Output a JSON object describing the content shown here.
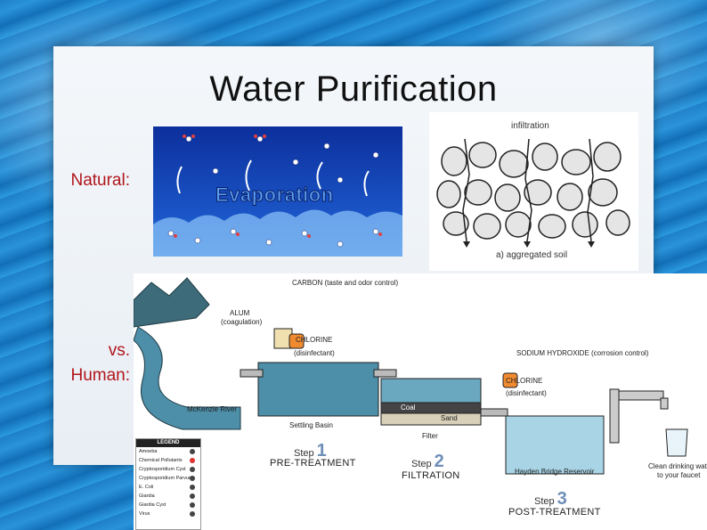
{
  "slide": {
    "title": "Water Purification",
    "natural_label": "Natural:",
    "vs_label": "vs.",
    "human_label": "Human:"
  },
  "evaporation": {
    "word": "Evaporation"
  },
  "soil": {
    "top": "infiltration",
    "caption": "a) aggregated soil"
  },
  "plant": {
    "carbon": "CARBON (taste and odor control)",
    "alum": "ALUM",
    "coagulation": "(coagulation)",
    "chlorine1": "CHLORINE",
    "disinfect1": "(disinfectant)",
    "sodium": "SODIUM HYDROXIDE (corrosion control)",
    "chlorine2": "CHLORINE",
    "disinfect2": "(disinfectant)",
    "river": "McKenzie River",
    "basin": "Settling Basin",
    "coal": "Coal",
    "sand": "Sand",
    "filter": "Filter",
    "reservoir": "Hayden Bridge Reservoir",
    "faucet1": "Clean drinking water",
    "faucet2": "to your faucet",
    "step_word": "Step",
    "step1_num": "1",
    "step1_label": "PRE-TREATMENT",
    "step2_num": "2",
    "step2_label": "FILTRATION",
    "step3_num": "3",
    "step3_label": "POST-TREATMENT"
  },
  "legend": {
    "title": "LEGEND",
    "items": [
      "Amoeba",
      "Chemical Pollutants",
      "Cryptosporidium Cyst",
      "Cryptosporidium Parvum",
      "E. Coli",
      "Giardia",
      "Giardia Cyst",
      "Virus"
    ]
  },
  "colors": {
    "label_red": "#b0151b",
    "water_blue": "#2a93da",
    "evap_blue": "#0c2f9c"
  }
}
